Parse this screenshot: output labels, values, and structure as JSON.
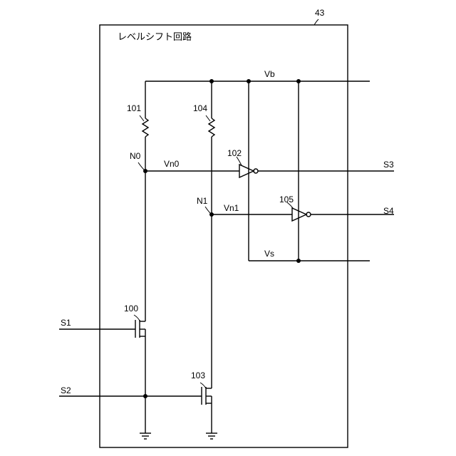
{
  "diagram": {
    "block_ref": "43",
    "block_title": "レベルシフト回路",
    "rails": {
      "vb": "Vb",
      "vs": "Vs"
    },
    "resistors": {
      "r101": "101",
      "r104": "104"
    },
    "nodes": {
      "n0": "N0",
      "n1": "N1",
      "vn0": "Vn0",
      "vn1": "Vn1"
    },
    "inverters": {
      "inv102": "102",
      "inv105": "105"
    },
    "transistors": {
      "t100": "100",
      "t103": "103"
    },
    "inputs": {
      "s1": "S1",
      "s2": "S2"
    },
    "outputs": {
      "s3": "S3",
      "s4": "S4"
    }
  }
}
